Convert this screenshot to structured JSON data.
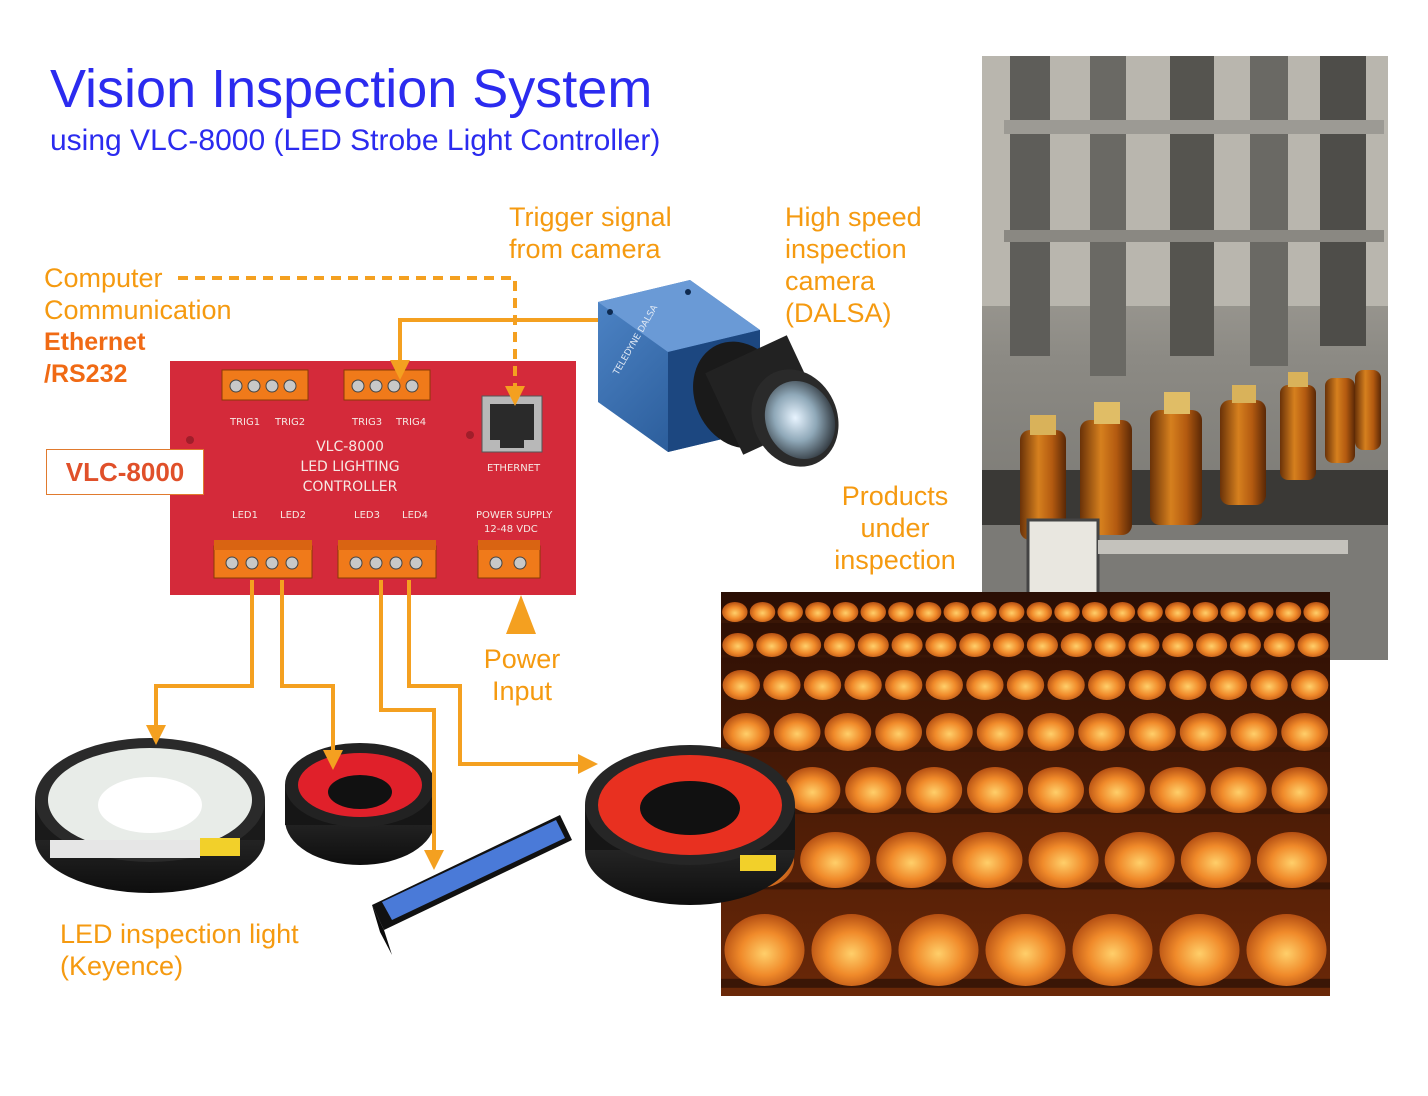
{
  "title": "Vision Inspection System",
  "subtitle": "using VLC-8000 (LED Strobe Light Controller)",
  "labels": {
    "computer": [
      "Computer",
      "Communication"
    ],
    "ethernet": [
      "Ethernet",
      "/RS232"
    ],
    "trigger": [
      "Trigger signal",
      "from camera"
    ],
    "camera": [
      "High speed",
      "inspection",
      "camera",
      "(DALSA)"
    ],
    "products": [
      "Products",
      "under",
      "inspection"
    ],
    "power": [
      "Power",
      "Input"
    ],
    "led_light": [
      "LED inspection light",
      "(Keyence)"
    ],
    "controller_box": "VLC-8000"
  },
  "panel": {
    "model_lines": [
      "VLC-8000",
      "LED LIGHTING",
      "CONTROLLER"
    ],
    "trig_ports": [
      "TRIG1",
      "TRIG2",
      "TRIG3",
      "TRIG4"
    ],
    "led_ports": [
      "LED1",
      "LED2",
      "LED3",
      "LED4"
    ],
    "ethernet": "ETHERNET",
    "power_supply": [
      "POWER SUPPLY",
      "12-48 VDC"
    ]
  },
  "camera_brand": [
    "TELEDYNE",
    "DALSA"
  ],
  "colors": {
    "title_blue": "#2b2bef",
    "label_orange": "#f59a10",
    "accent_orange": "#f06a14",
    "panel_red": "#d42a3a",
    "connector_orange": "#f07a1a",
    "arrow_orange": "#f4a020"
  },
  "icons": [
    "ethernet-port-icon",
    "camera-icon",
    "ring-light-icon",
    "bar-light-icon",
    "connector-icon"
  ]
}
